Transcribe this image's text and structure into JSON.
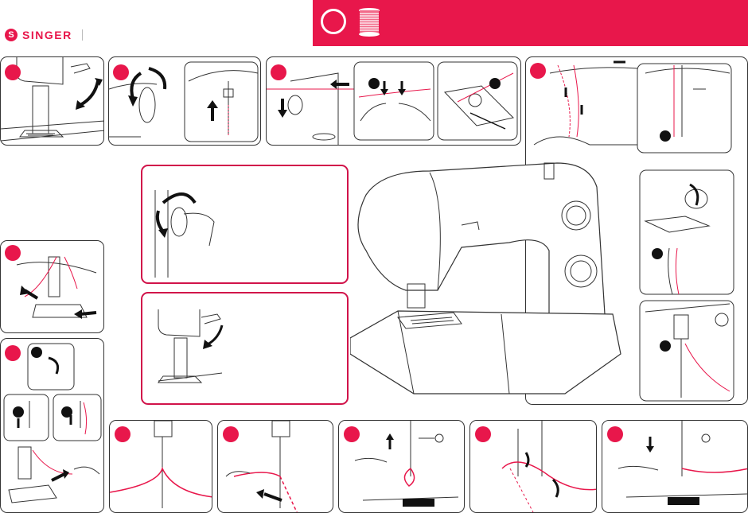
{
  "brand": {
    "name": "SINGER",
    "badge": "S",
    "color": "#e8174b"
  },
  "banner": {
    "color": "#e8174b",
    "icons": [
      "circle-outline-icon",
      "thread-spool-icon"
    ]
  },
  "panels": [
    {
      "id": "raise-lever"
    },
    {
      "id": "handwheel"
    },
    {
      "id": "bobbin-winder-thread"
    },
    {
      "id": "upper-threading"
    },
    {
      "id": "turn-handwheel"
    },
    {
      "id": "lower-presser-foot"
    },
    {
      "id": "pull-thread-back"
    },
    {
      "id": "needle-threading"
    },
    {
      "id": "thread-needle"
    },
    {
      "id": "pull-thread"
    },
    {
      "id": "hold-thread"
    },
    {
      "id": "pull-bobbin-thread"
    },
    {
      "id": "lay-threads"
    },
    {
      "id": "machine-overview"
    }
  ]
}
